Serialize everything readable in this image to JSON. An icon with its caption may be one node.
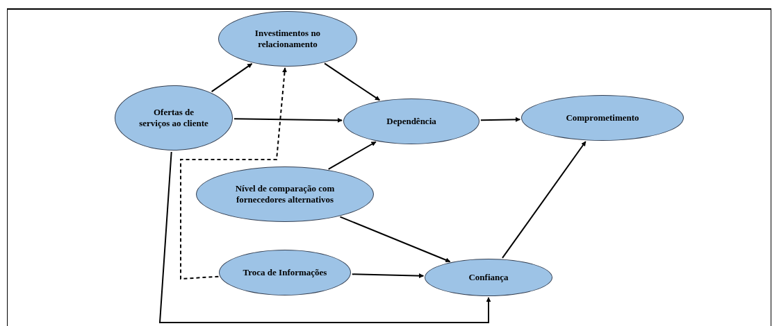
{
  "diagram": {
    "nodes": [
      {
        "text": [
          "Investimentos no relacionamento"
        ]
      },
      {
        "text": [
          "Ofertas de serviços ao cliente"
        ]
      },
      {
        "text": [
          "Dependência"
        ]
      },
      {
        "text": [
          "Comprometimento"
        ]
      },
      {
        "text": [
          "Nível de comparação com fornecedores alternativos"
        ]
      },
      {
        "text": [
          "Troca de Informações"
        ]
      },
      {
        "text": [
          "Confiança"
        ]
      }
    ],
    "edges": [
      {
        "from": 1,
        "to": 0,
        "arrow": "to"
      },
      {
        "from": 0,
        "to": 2,
        "arrow": "to"
      },
      {
        "from": 1,
        "to": 2,
        "arrow": "to"
      },
      {
        "from": 2,
        "to": 3,
        "arrow": "to"
      },
      {
        "from": 4,
        "to": 2,
        "arrow": "to"
      },
      {
        "from": 4,
        "to": 6,
        "arrow": "to"
      },
      {
        "from": 5,
        "to": 6,
        "arrow": "to"
      },
      {
        "from": 6,
        "to": 3,
        "arrow": "to"
      },
      {
        "from": 5,
        "to": 0,
        "arrow": "to",
        "style": "dashed"
      },
      {
        "from": 1,
        "to": 6,
        "arrow": "to"
      }
    ]
  }
}
